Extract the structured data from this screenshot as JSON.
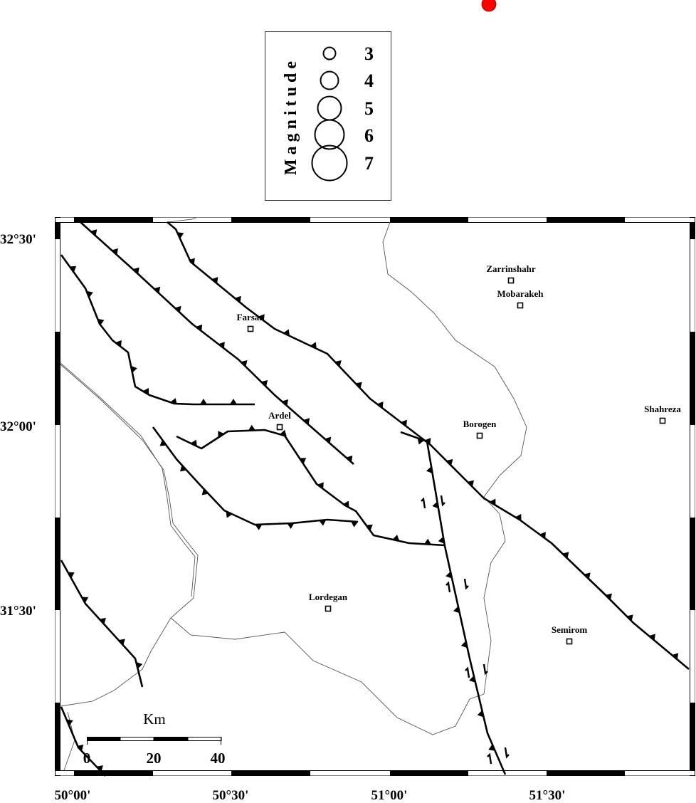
{
  "event_marker": {
    "color": "#ff0000",
    "label": "earthquake-epicenter"
  },
  "legend": {
    "title": "Magnitude",
    "items": [
      {
        "magnitude": "3"
      },
      {
        "magnitude": "4"
      },
      {
        "magnitude": "5"
      },
      {
        "magnitude": "6"
      },
      {
        "magnitude": "7"
      }
    ]
  },
  "axes": {
    "lat_labels": [
      "32°30'",
      "32°00'",
      "31°30'"
    ],
    "lon_labels": [
      "50°00'",
      "50°30'",
      "51°00'",
      "51°30'"
    ]
  },
  "cities": [
    {
      "name": "Farsan"
    },
    {
      "name": "Ardel"
    },
    {
      "name": "Zarrinshahr"
    },
    {
      "name": "Mobarakeh"
    },
    {
      "name": "Borogen"
    },
    {
      "name": "Shahreza"
    },
    {
      "name": "Lordegan"
    },
    {
      "name": "Semirom"
    }
  ],
  "scale_bar": {
    "unit": "Km",
    "labels": [
      "0",
      "20",
      "40"
    ]
  }
}
